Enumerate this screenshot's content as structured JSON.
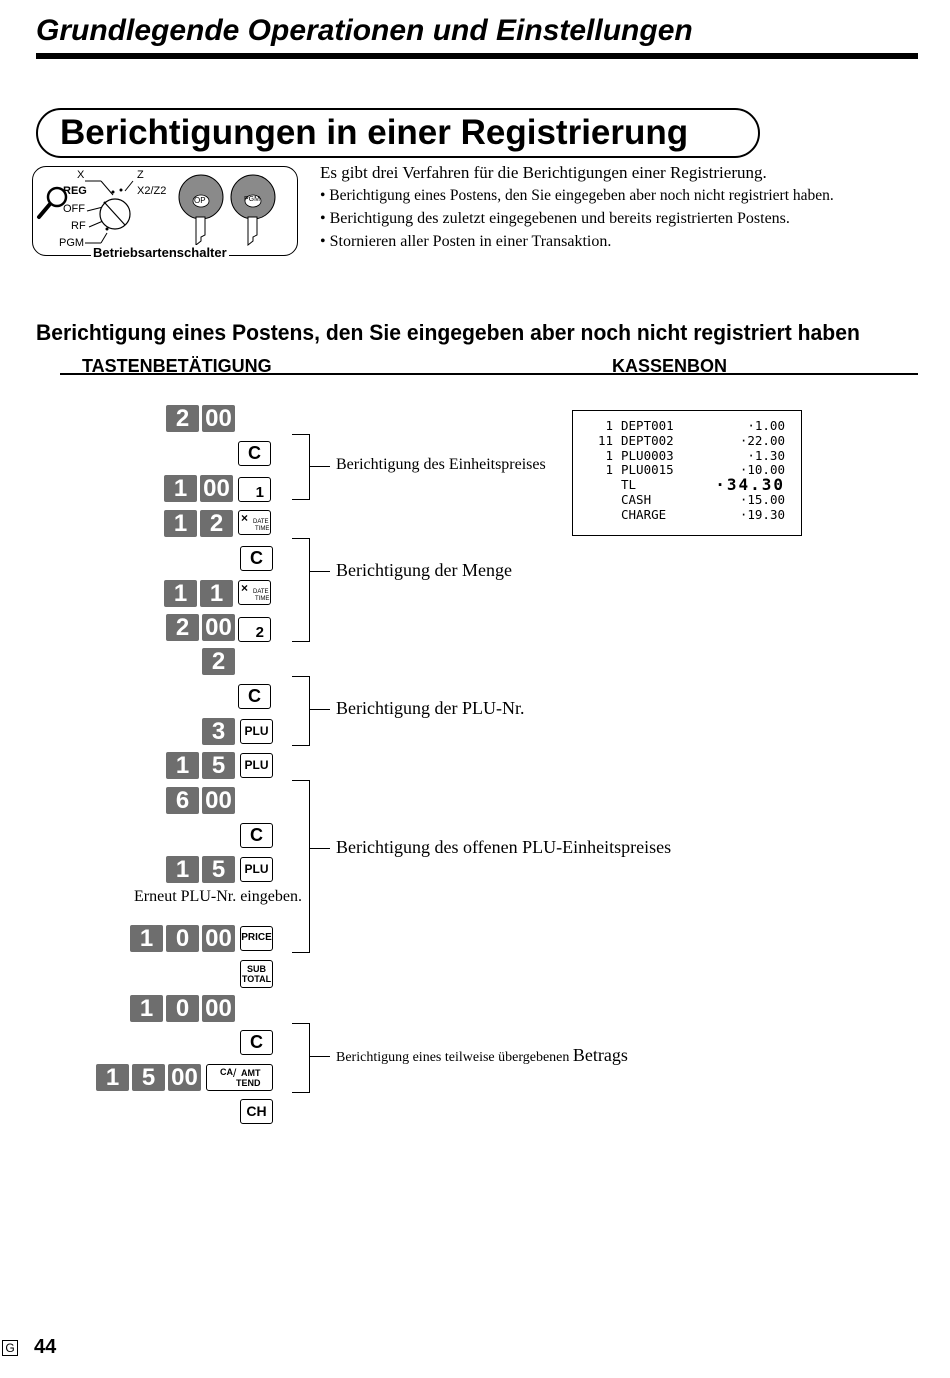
{
  "chapter_title": "Grundlegende Operationen und Einstellungen",
  "section_title": "Berichtigungen in einer Registrierung",
  "mode_switch": {
    "positions": [
      "X",
      "Z",
      "REG",
      "X2/Z2",
      "OFF",
      "RF",
      "PGM"
    ],
    "keys": [
      "OP",
      "PGM"
    ],
    "caption": "Betriebsartenschalter"
  },
  "intro": {
    "lead": "Es gibt drei Verfahren für die Berichtigungen einer Registrierung.",
    "items": [
      "• Berichtigung eines Postens, den Sie eingegeben  aber noch nicht registriert haben.",
      "• Berichtigung  des zuletzt eingegebenen und bereits registrierten Postens.",
      "• Stornieren aller Posten in einer Transaktion."
    ]
  },
  "sub_heading": "Berichtigung eines Postens, den Sie eingegeben aber noch nicht registriert haben",
  "columns": {
    "left": "TASTENBETÄTIGUNG",
    "right": "KASSENBON"
  },
  "keys": {
    "c": "C",
    "dept1": "1",
    "dept2": "2",
    "mult": "×",
    "date": "DATE",
    "time": "TIME",
    "plu": "PLU",
    "price": "PRICE",
    "sub": "SUB",
    "total": "TOTAL",
    "ca": "CA",
    "amt": "AMT",
    "tend": "TEND",
    "ch": "CH"
  },
  "digits": {
    "d0": "0",
    "d00": "00",
    "d1": "1",
    "d2": "2",
    "d3": "3",
    "d5": "5",
    "d6": "6"
  },
  "annotations": [
    "Berichtigung des Einheitspreises",
    "Berichtigung der Menge",
    "Berichtigung der PLU-Nr.",
    "Berichtigung des offenen PLU-Einheitspreises",
    "Berichtigung eines teilweise übergebenen ",
    "Betrags"
  ],
  "reenter_note": "Erneut PLU-Nr. eingeben.",
  "receipt": [
    {
      "qty": "1",
      "name": "DEPT001",
      "amount": "·1.00"
    },
    {
      "qty": "11",
      "name": "DEPT002",
      "amount": "·22.00"
    },
    {
      "qty": "1",
      "name": "PLU0003",
      "amount": "·1.30"
    },
    {
      "qty": "1",
      "name": "PLU0015",
      "amount": "·10.00"
    },
    {
      "qty": "",
      "name": "TL",
      "amount": "·34.30"
    },
    {
      "qty": "",
      "name": "CASH",
      "amount": "·15.00"
    },
    {
      "qty": "",
      "name": "CHARGE",
      "amount": "·19.30"
    }
  ],
  "footer": {
    "lang": "G",
    "page": "44"
  }
}
